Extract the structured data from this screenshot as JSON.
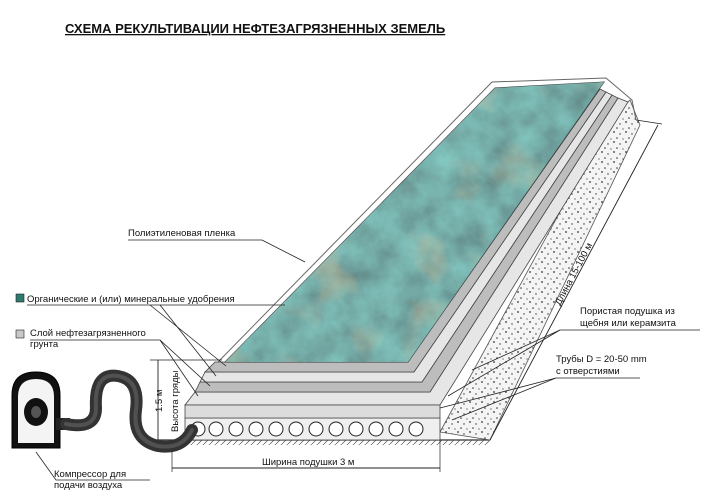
{
  "title": "СХЕМА РЕКУЛЬТИВАЦИИ НЕФТЕЗАГРЯЗНЕННЫХ ЗЕМЕЛЬ",
  "labels": {
    "film": "Полиэтиленовая пленка",
    "fertilizer": "Органические и (или) минеральные удобрения",
    "soil_line1": "Слой нефтезагрязненного",
    "soil_line2": "грунта",
    "cushion_line1": "Пористая подушка из",
    "cushion_line2": "щебня или керамзита",
    "pipes_line1": "Трубы D = 20-50 mm",
    "pipes_line2": "с отверстиями",
    "compressor_line1": "Компрессор для",
    "compressor_line2": "подачи воздуха"
  },
  "dimensions": {
    "length": "Длина 15-100 м",
    "height_label": "Высота гряды",
    "height_value": "1.5 м",
    "width": "Ширина подушки 3 м"
  },
  "colors": {
    "soil_dark": "#2f6f6a",
    "soil_light": "#b07a4a",
    "layer_gray": "#d7d7d7",
    "legend_fertilizer": "#2f7a6e",
    "legend_soil": "#c8c8c8"
  }
}
